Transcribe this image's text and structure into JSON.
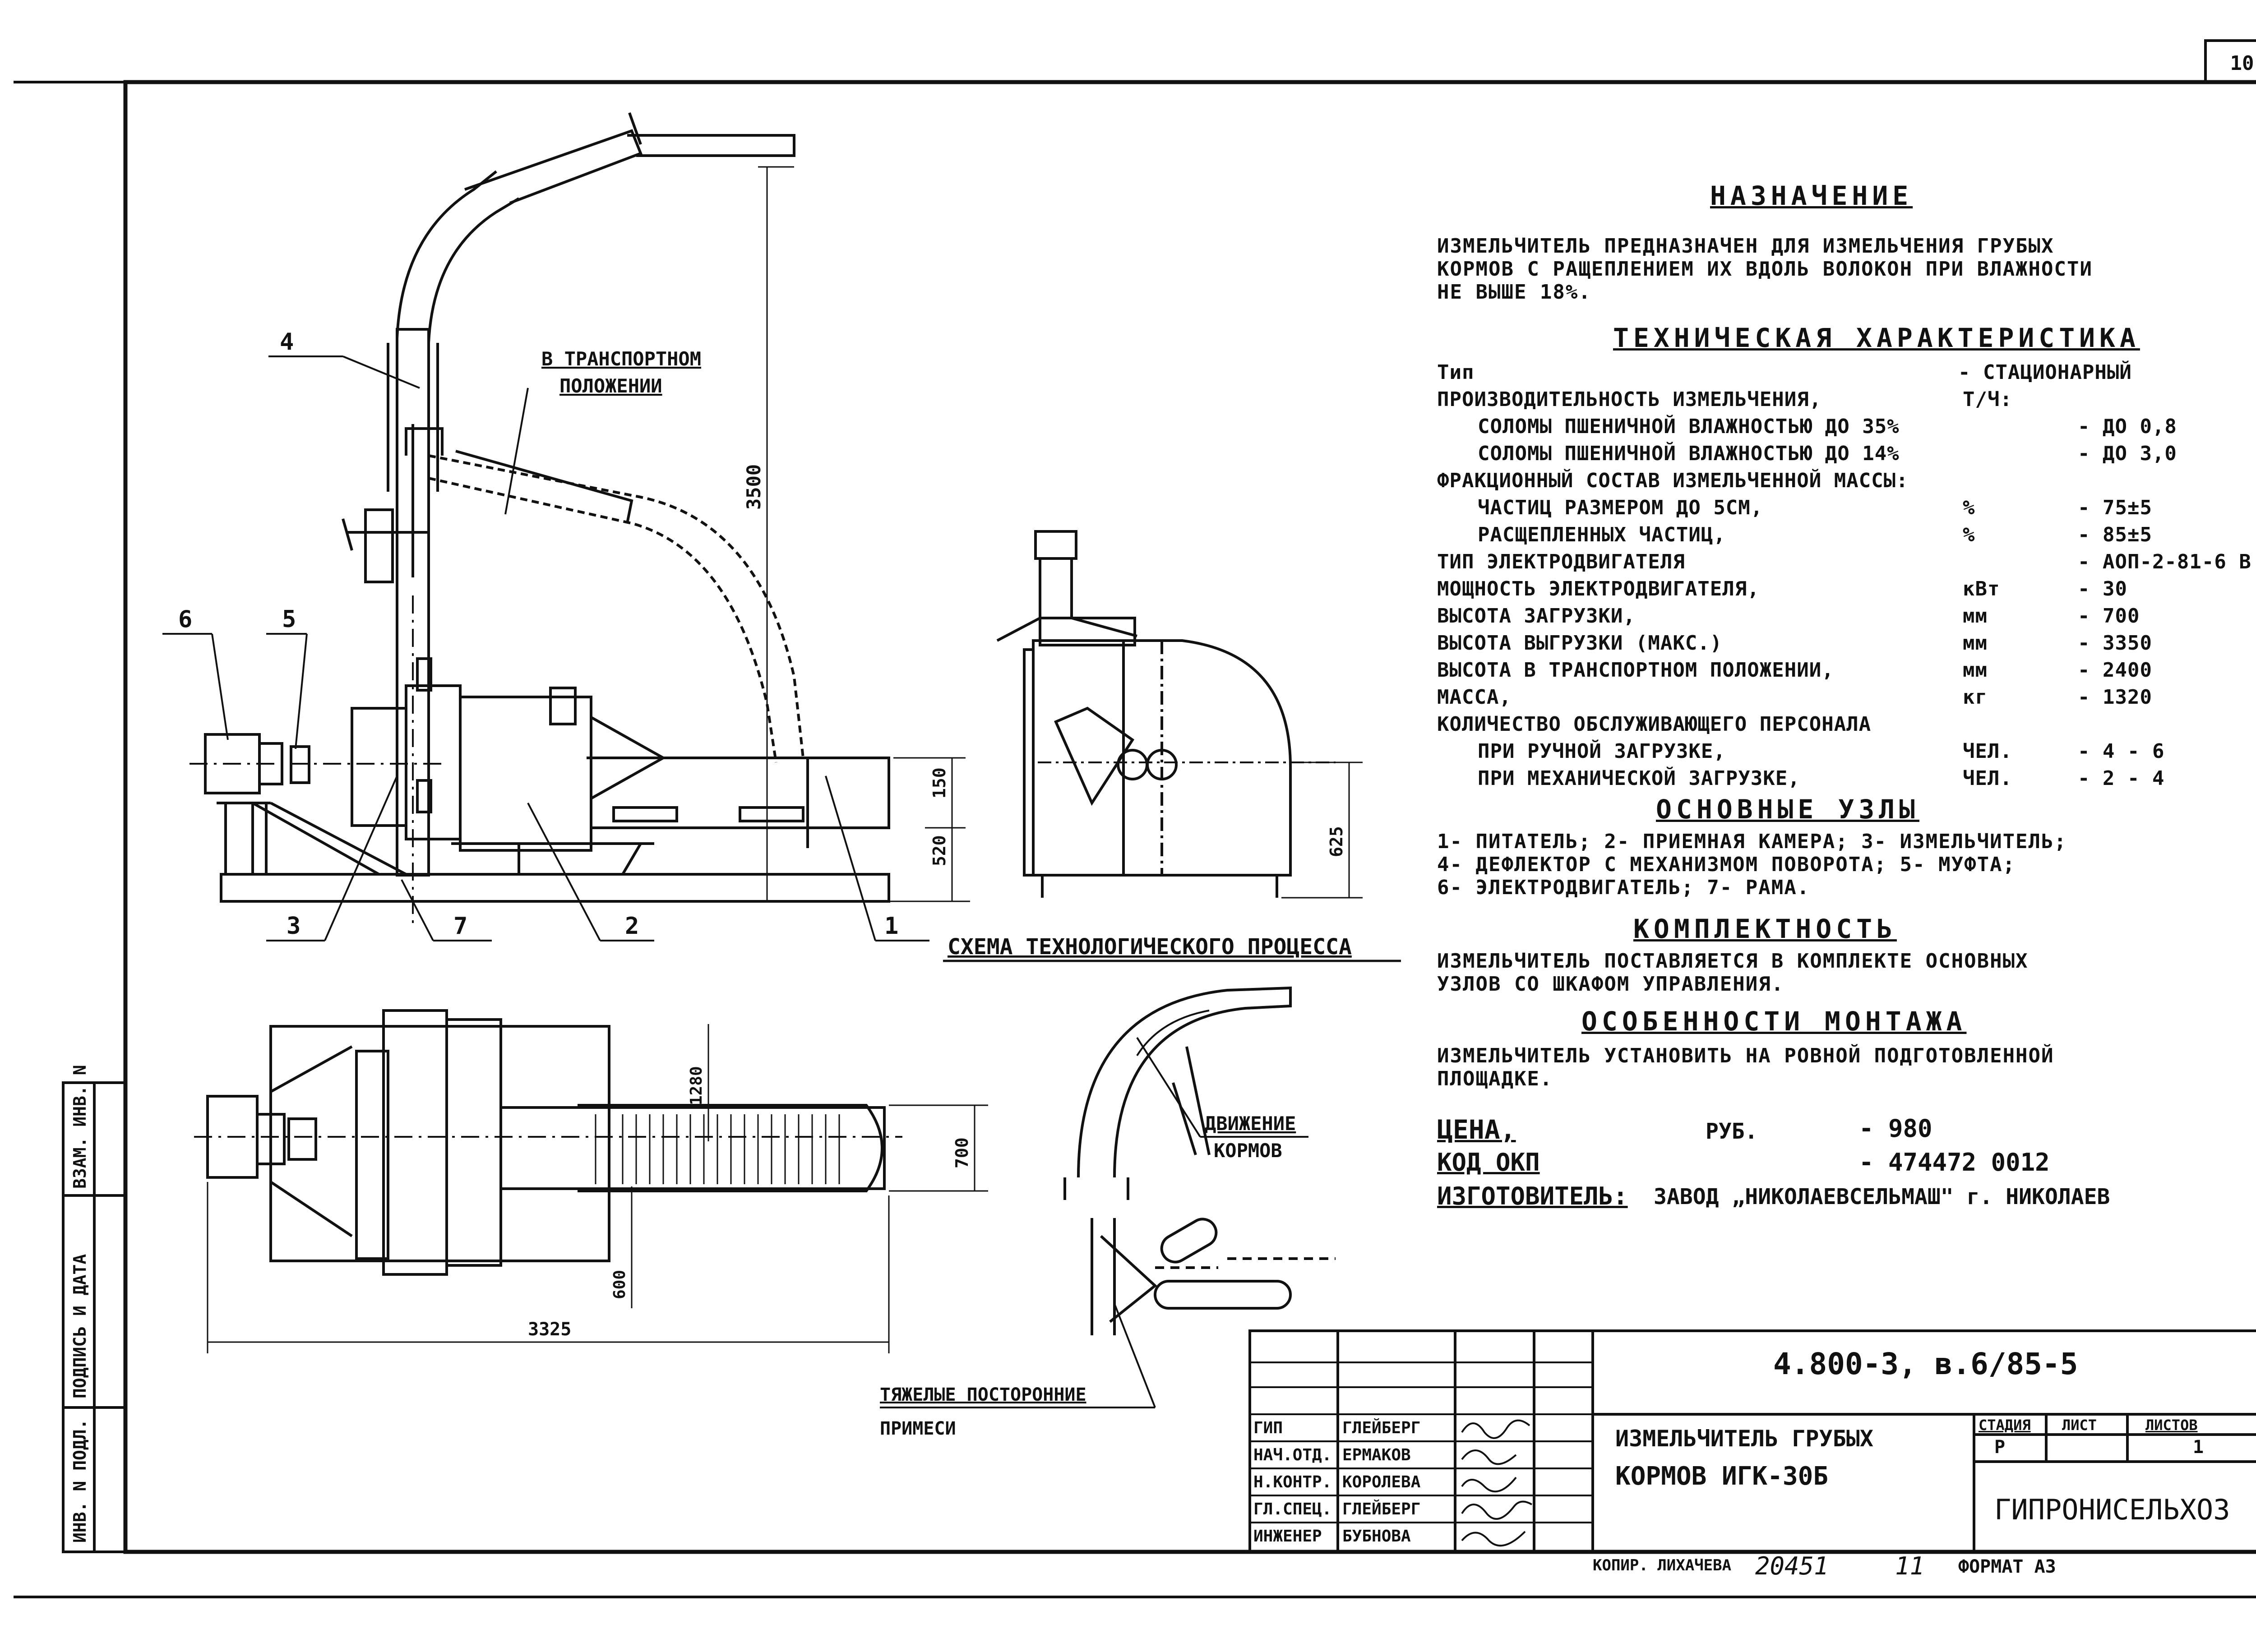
{
  "sheet_number": "10",
  "drawing": {
    "dimensions": {
      "height": "3500",
      "h150": "150",
      "h520": "520",
      "h625": "625",
      "w1280": "1280",
      "w700": "700",
      "w600": "600",
      "len3325": "3325"
    },
    "callouts": [
      "1",
      "2",
      "3",
      "4",
      "5",
      "6",
      "7"
    ],
    "transport_label_1": "В ТРАНСПОРТНОМ",
    "transport_label_2": "ПОЛОЖЕНИИ",
    "scheme_title": "СХЕМА ТЕХНОЛОГИЧЕСКОГО ПРОЦЕССА",
    "feed_motion_1": "ДВИЖЕНИЕ",
    "feed_motion_2": "КОРМОВ",
    "heavy_1": "ТЯЖЕЛЫЕ ПОСТОРОННИЕ",
    "heavy_2": "ПРИМЕСИ"
  },
  "purpose": {
    "heading": "НАЗНАЧЕНИЕ",
    "lines": [
      "ИЗМЕЛЬЧИТЕЛЬ ПРЕДНАЗНАЧЕН ДЛЯ ИЗМЕЛЬЧЕНИЯ ГРУБЫХ",
      "КОРМОВ С РАЩЕПЛЕНИЕМ ИХ ВДОЛЬ ВОЛОКОН ПРИ ВЛАЖНОСТИ",
      "НЕ ВЫШЕ 18%."
    ]
  },
  "specs": {
    "heading": "ТЕХНИЧЕСКАЯ ХАРАКТЕРИСТИКА",
    "rows": [
      {
        "label": "Тип",
        "unit": "",
        "value": "- СТАЦИОНАРНЫЙ",
        "indent": false
      },
      {
        "label": "ПРОИЗВОДИТЕЛЬНОСТЬ ИЗМЕЛЬЧЕНИЯ,",
        "unit": "Т/Ч:",
        "value": "",
        "indent": false
      },
      {
        "label": "СОЛОМЫ ПШЕНИЧНОЙ ВЛАЖНОСТЬЮ ДО 35%",
        "unit": "",
        "value": "- ДО 0,8",
        "indent": true
      },
      {
        "label": "СОЛОМЫ ПШЕНИЧНОЙ ВЛАЖНОСТЬЮ ДО 14%",
        "unit": "",
        "value": "- ДО 3,0",
        "indent": true
      },
      {
        "label": "ФРАКЦИОННЫЙ СОСТАВ ИЗМЕЛЬЧЕННОЙ МАССЫ:",
        "unit": "",
        "value": "",
        "indent": false
      },
      {
        "label": "ЧАСТИЦ РАЗМЕРОМ ДО 5СМ,",
        "unit": "%",
        "value": "- 75±5",
        "indent": true
      },
      {
        "label": "РАСЩЕПЛЕННЫХ ЧАСТИЦ,",
        "unit": "%",
        "value": "- 85±5",
        "indent": true
      },
      {
        "label": "ТИП ЭЛЕКТРОДВИГАТЕЛЯ",
        "unit": "",
        "value": "- АОП-2-81-6 В",
        "indent": false
      },
      {
        "label": "МОЩНОСТЬ ЭЛЕКТРОДВИГАТЕЛЯ,",
        "unit": "кВт",
        "value": "- 30",
        "indent": false
      },
      {
        "label": "ВЫСОТА ЗАГРУЗКИ,",
        "unit": "мм",
        "value": "- 700",
        "indent": false
      },
      {
        "label": "ВЫСОТА ВЫГРУЗКИ (МАКС.)",
        "unit": "мм",
        "value": "- 3350",
        "indent": false
      },
      {
        "label": "ВЫСОТА В ТРАНСПОРТНОМ ПОЛОЖЕНИИ,",
        "unit": "мм",
        "value": "- 2400",
        "indent": false
      },
      {
        "label": "МАССА,",
        "unit": "кг",
        "value": "- 1320",
        "indent": false
      },
      {
        "label": "КОЛИЧЕСТВО ОБСЛУЖИВАЮЩЕГО ПЕРСОНАЛА",
        "unit": "",
        "value": "",
        "indent": false
      },
      {
        "label": "ПРИ РУЧНОЙ ЗАГРУЗКЕ,",
        "unit": "ЧЕЛ.",
        "value": "- 4 - 6",
        "indent": true
      },
      {
        "label": "ПРИ МЕХАНИЧЕСКОЙ ЗАГРУЗКЕ,",
        "unit": "ЧЕЛ.",
        "value": "- 2 - 4",
        "indent": true
      }
    ]
  },
  "units": {
    "heading": "ОСНОВНЫЕ УЗЛЫ",
    "lines": [
      "1- ПИТАТЕЛЬ; 2- ПРИЕМНАЯ КАМЕРА; 3- ИЗМЕЛЬЧИТЕЛЬ;",
      "4- ДЕФЛЕКТОР С МЕХАНИЗМОМ ПОВОРОТА; 5- МУФТА;",
      "6- ЭЛЕКТРОДВИГАТЕЛЬ; 7- РАМА."
    ]
  },
  "completeness": {
    "heading": "КОМПЛЕКТНОСТЬ",
    "lines": [
      "ИЗМЕЛЬЧИТЕЛЬ ПОСТАВЛЯЕТСЯ В КОМПЛЕКТЕ ОСНОВНЫХ",
      "УЗЛОВ СО ШКАФОМ УПРАВЛЕНИЯ."
    ]
  },
  "mounting": {
    "heading": "ОСОБЕННОСТИ МОНТАЖА",
    "lines": [
      "ИЗМЕЛЬЧИТЕЛЬ УСТАНОВИТЬ НА РОВНОЙ ПОДГОТОВЛЕННОЙ",
      "ПЛОЩАДКЕ."
    ]
  },
  "price": {
    "price_label": "ЦЕНА,",
    "currency": "РУБ.",
    "price_value": "- 980",
    "okp_label": "КОД ОКП",
    "okp_value": "- 474472 0012",
    "maker_label": "ИЗГОТОВИТЕЛЬ:",
    "maker_value": "ЗАВОД „НИКОЛАЕВСЕЛЬМАШ\" г. НИКОЛАЕВ"
  },
  "left_strip": {
    "inv_orig": "ИНВ. N ПОДЛ.",
    "signature_date": "ПОДПИСЬ И ДАТА",
    "inv_replace": "ВЗАМ. ИНВ. N"
  },
  "title_block": {
    "doc_code": "4.800-3, в.6/85-5",
    "title_1": "ИЗМЕЛЬЧИТЕЛЬ ГРУБЫХ",
    "title_2": "КОРМОВ ИГК-30Б",
    "stage_header": "СТАДИЯ",
    "sheet_header": "ЛИСТ",
    "sheets_header": "ЛИСТОВ",
    "stage": "Р",
    "sheet": "",
    "sheets": "1",
    "org": "ГИПРОНИСЕЛЬХОЗ",
    "staff": [
      {
        "role": "ГИП",
        "name": "ГЛЕЙБЕРГ"
      },
      {
        "role": "НАЧ.ОТД.",
        "name": "ЕРМАКОВ"
      },
      {
        "role": "Н.КОНТР.",
        "name": "КОРОЛЕВА"
      },
      {
        "role": "ГЛ.СПЕЦ.",
        "name": "ГЛЕЙБЕРГ"
      },
      {
        "role": "ИНЖЕНЕР",
        "name": "БУБНОВА"
      }
    ],
    "copied": "КОПИР. ЛИХАЧЕВА",
    "copy_no": "20451",
    "copy_sheet": "11",
    "format": "ФОРМАТ А3"
  }
}
